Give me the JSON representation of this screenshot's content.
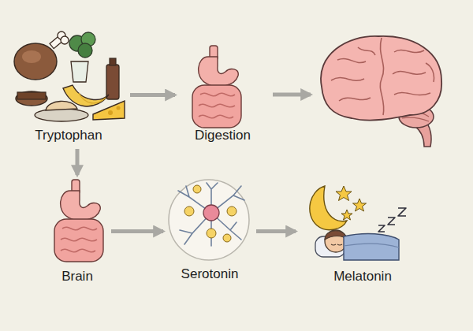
{
  "diagram": {
    "nodes": [
      {
        "text": [
          "Tryptophan"
        ]
      },
      {
        "text": [
          "Digestion"
        ]
      },
      {
        "text": [
          "Brain"
        ]
      },
      {
        "text": [
          "Serotonin"
        ]
      },
      {
        "text": [
          "Melatonin"
        ]
      }
    ],
    "edges": [
      {
        "from": 0,
        "to": 1,
        "arrow": "to"
      },
      {
        "from": 0,
        "to": 2,
        "arrow": "to"
      },
      {
        "from": 2,
        "to": 3,
        "arrow": "to"
      },
      {
        "from": 3,
        "to": 4,
        "arrow": "to"
      }
    ]
  }
}
